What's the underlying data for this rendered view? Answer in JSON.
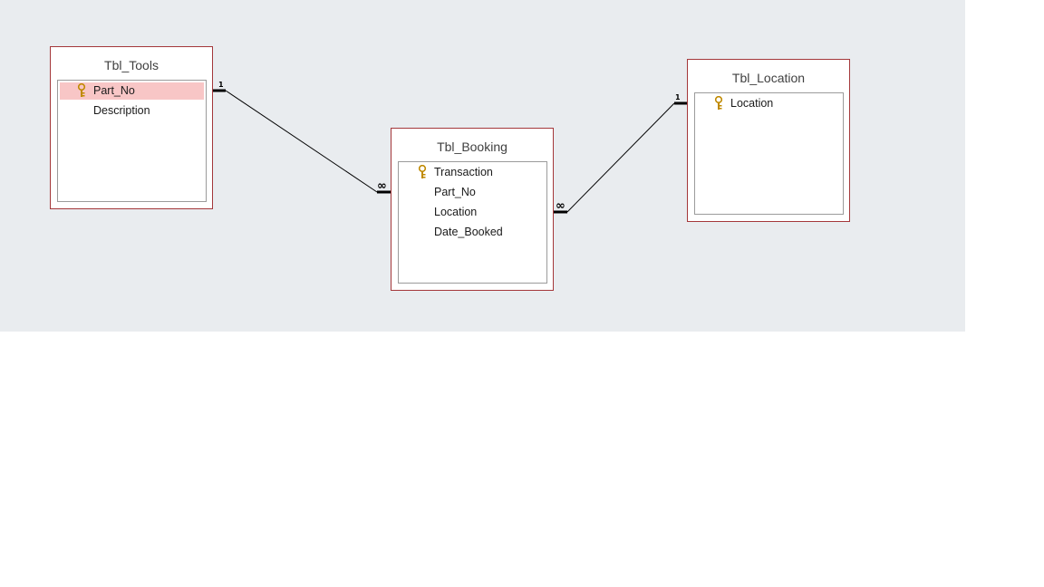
{
  "tables": {
    "tools": {
      "title": "Tbl_Tools",
      "fields": [
        {
          "name": "Part_No",
          "is_key": true,
          "selected": true
        },
        {
          "name": "Description",
          "is_key": false,
          "selected": false
        }
      ]
    },
    "booking": {
      "title": "Tbl_Booking",
      "fields": [
        {
          "name": "Transaction",
          "is_key": true,
          "selected": false
        },
        {
          "name": "Part_No",
          "is_key": false,
          "selected": false
        },
        {
          "name": "Location",
          "is_key": false,
          "selected": false
        },
        {
          "name": "Date_Booked",
          "is_key": false,
          "selected": false
        }
      ]
    },
    "location": {
      "title": "Tbl_Location",
      "fields": [
        {
          "name": "Location",
          "is_key": true,
          "selected": false
        }
      ]
    }
  },
  "relationships": [
    {
      "from": "Tbl_Tools.Part_No",
      "to": "Tbl_Booking.Part_No",
      "one_label": "1",
      "many_label": "∞"
    },
    {
      "from": "Tbl_Location.Location",
      "to": "Tbl_Booking.Location",
      "one_label": "1",
      "many_label": "∞"
    }
  ],
  "colors": {
    "canvas_background": "#e9ecef",
    "table_border": "#a4373a",
    "selected_field": "#f8c6c6",
    "key_icon": "#d4a017"
  },
  "icons": {
    "primary_key": "key-icon"
  }
}
